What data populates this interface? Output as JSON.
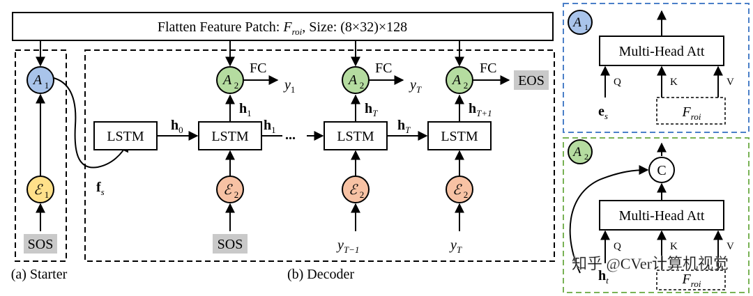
{
  "header": {
    "text": "Flatten Feature Patch: ",
    "froi": "F",
    "froi_sub": "roi",
    "size": ", Size: (8×32)×128"
  },
  "panels": {
    "starter_caption": "(a) Starter",
    "decoder_caption": "(b) Decoder"
  },
  "tokens": {
    "sos": "SOS",
    "eos": "EOS"
  },
  "modules": {
    "lstm": "LSTM",
    "fc": "FC",
    "attention": "A",
    "embedding": "ℰ",
    "concat": "C",
    "multihead": "Multi-Head Att"
  },
  "labels": {
    "h": "h",
    "f": "f",
    "s": "s",
    "dots": "...",
    "y": "y",
    "e": "e",
    "t": "t",
    "Q": "Q",
    "K": "K",
    "V": "V",
    "sub1": "1",
    "sub2": "2",
    "sub0": "0",
    "subT": "T",
    "subT1": "T+1",
    "subTm1": "T−1"
  },
  "watermark": "知乎 @CVer计算机视觉",
  "colors": {
    "a1_fill": "#a9c4ea",
    "a2_fill": "#b5dca0",
    "e1_fill": "#ffe08a",
    "e2_fill": "#f7c2a4",
    "token_fill": "#c9c9c9",
    "a1_border": "#4a7fc8",
    "a2_border": "#79b255"
  }
}
